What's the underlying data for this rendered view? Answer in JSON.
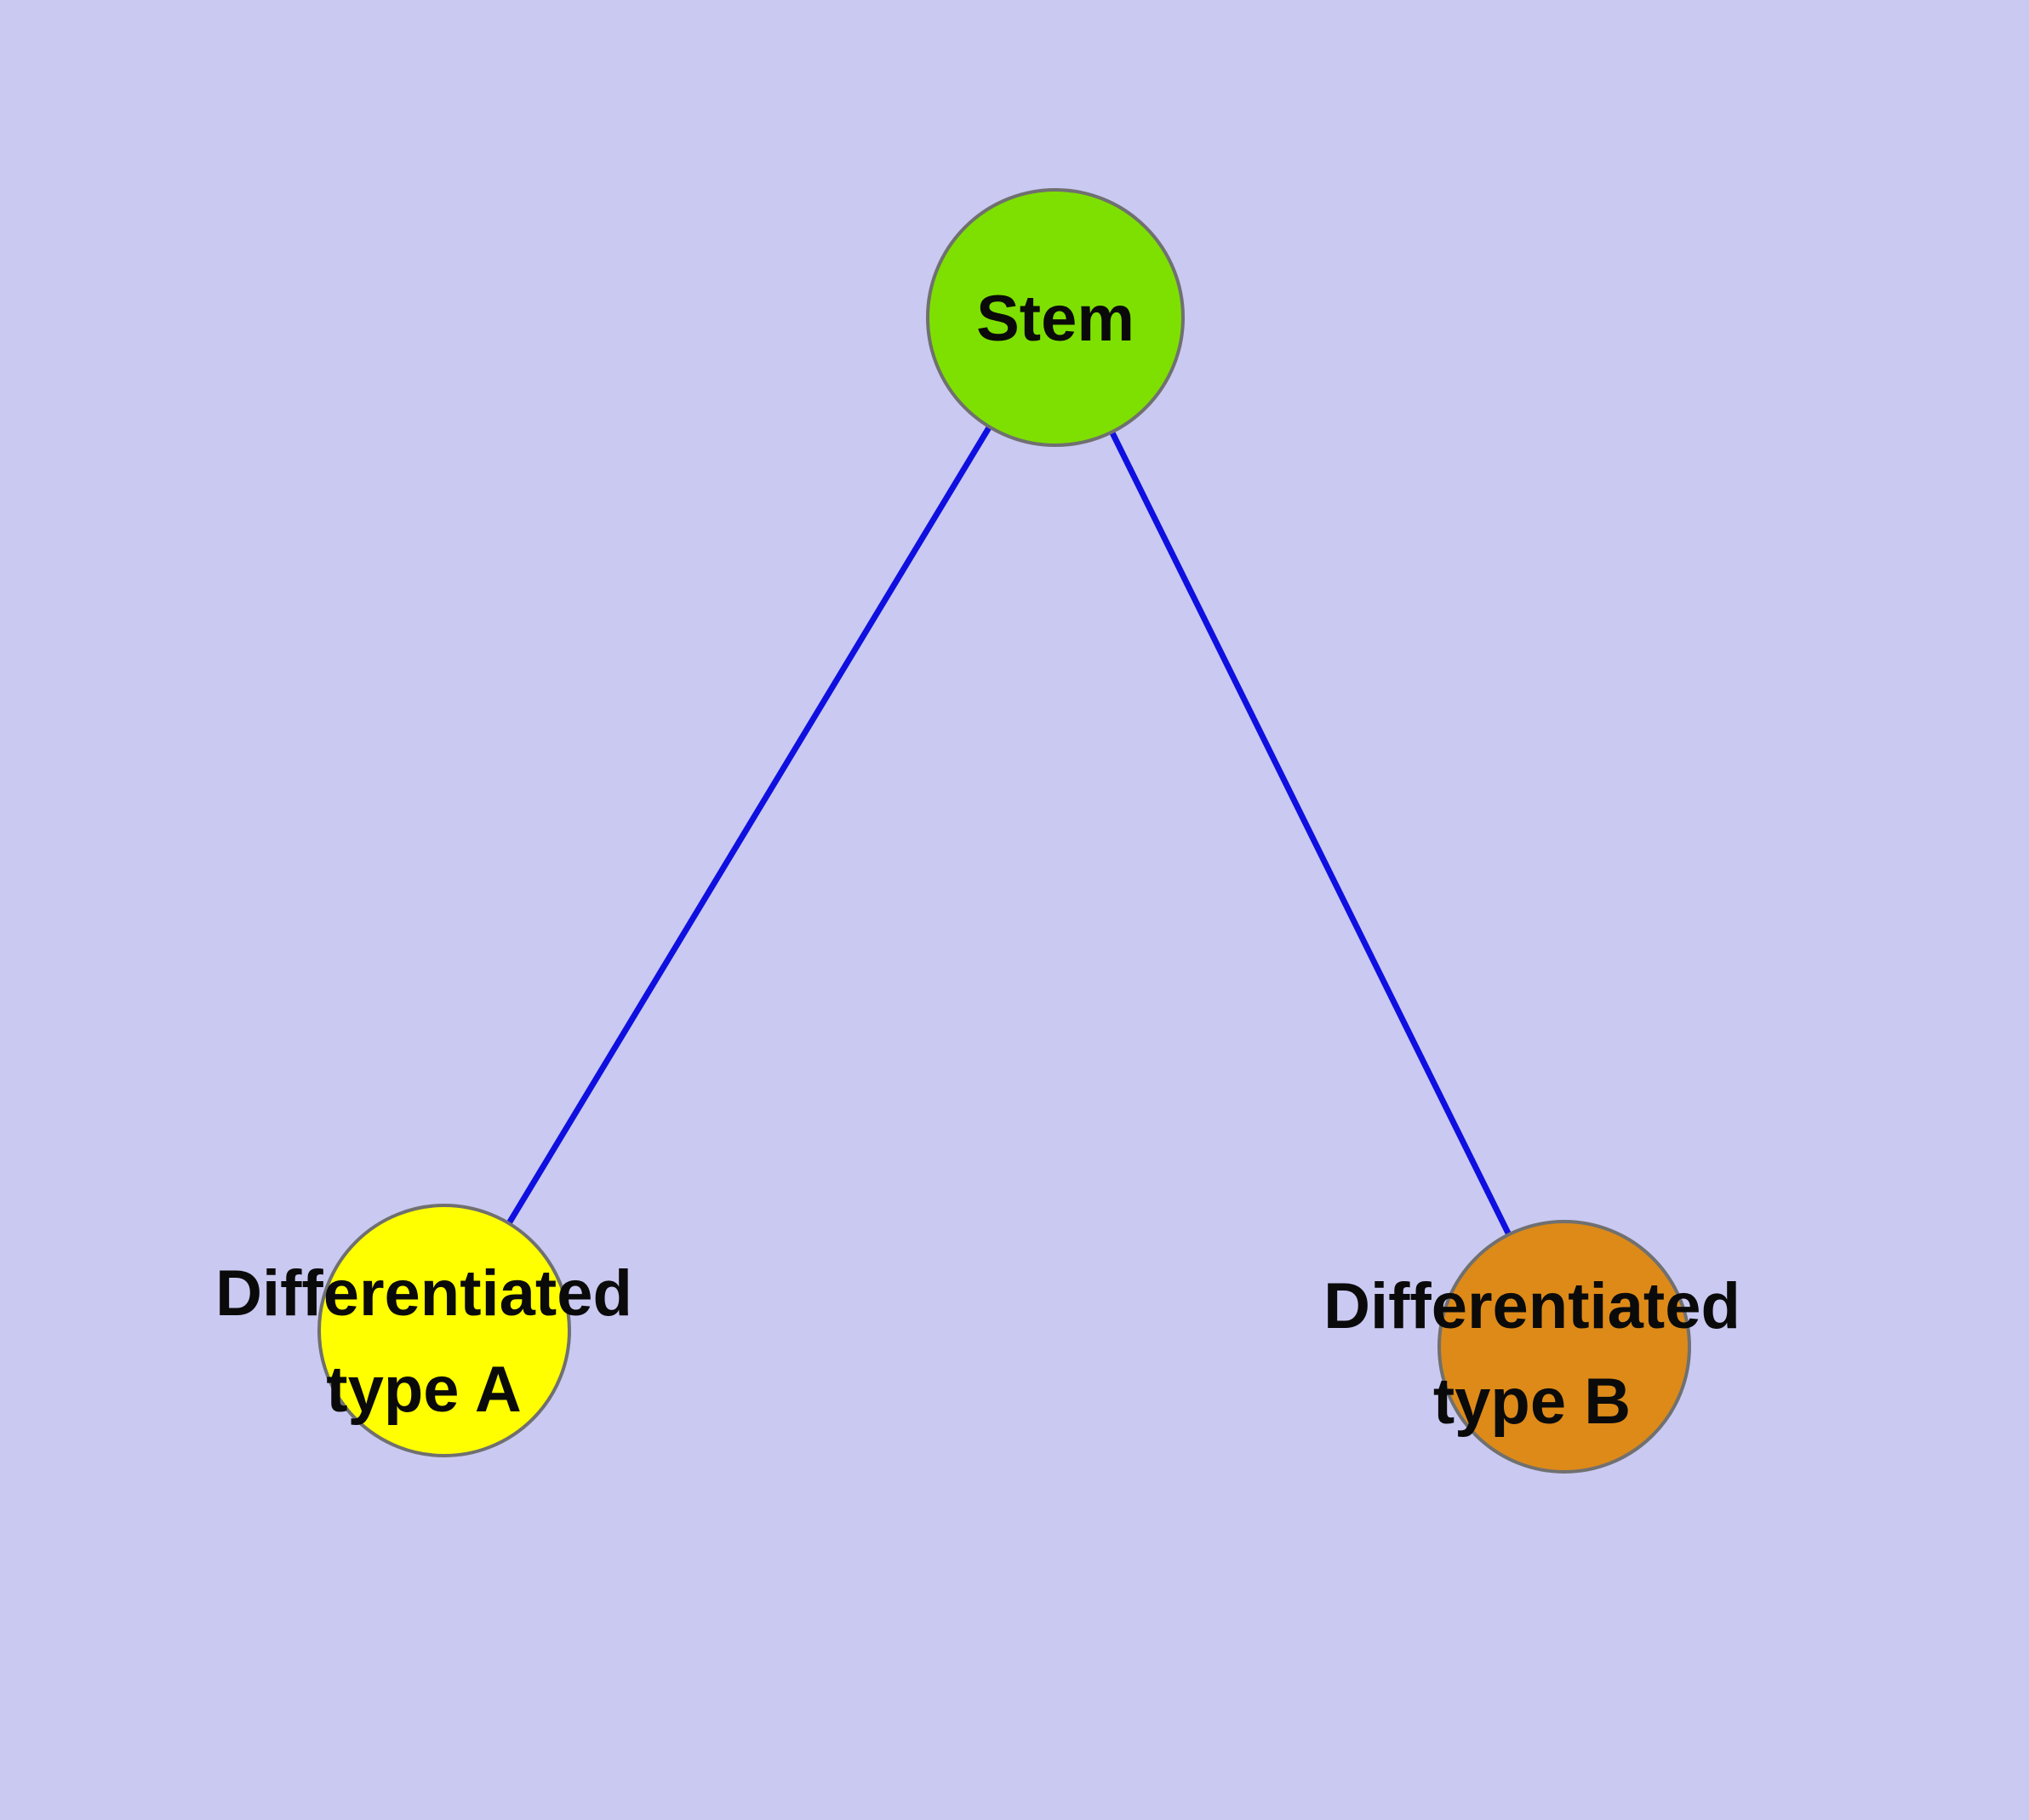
{
  "canvas": {
    "background_color": "#c9c9f2"
  },
  "diagram": {
    "type": "node-link-graph",
    "edge_color": "#0f0fe0",
    "node_stroke_color": "#707070",
    "nodes": {
      "stem": {
        "label": "Stem",
        "fill": "#7ee000"
      },
      "type_a": {
        "label_line1": "Differentiated",
        "label_line2": "type A",
        "fill": "#ffff00"
      },
      "type_b": {
        "label_line1": "Differentiated",
        "label_line2": "type B",
        "fill": "#dd8a19"
      }
    },
    "edges": [
      {
        "from": "stem",
        "to": "type_a"
      },
      {
        "from": "stem",
        "to": "type_b"
      }
    ]
  }
}
